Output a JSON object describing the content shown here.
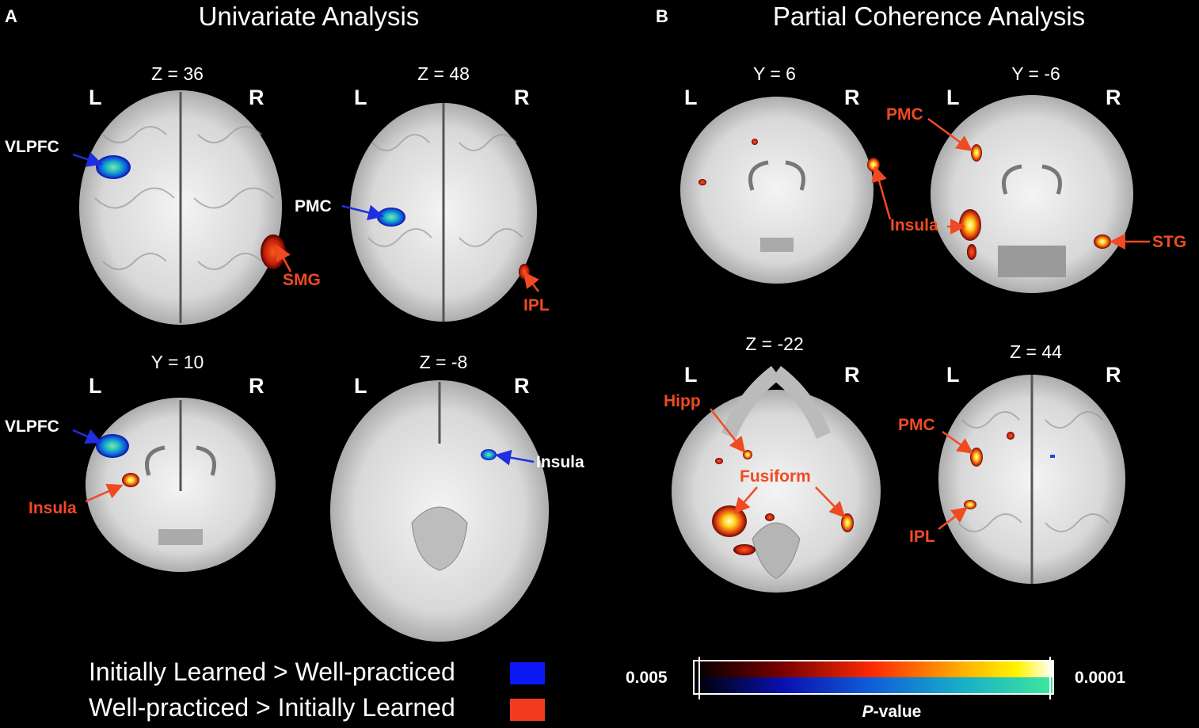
{
  "panels": {
    "a": {
      "letter": "A",
      "title": "Univariate Analysis",
      "slices": [
        {
          "coord": "Z = 36",
          "left": "L",
          "right": "R",
          "labels": [
            "VLPFC",
            "SMG"
          ]
        },
        {
          "coord": "Z = 48",
          "left": "L",
          "right": "R",
          "labels": [
            "PMC",
            "IPL"
          ]
        },
        {
          "coord": "Y = 10",
          "left": "L",
          "right": "R",
          "labels": [
            "VLPFC",
            "Insula"
          ]
        },
        {
          "coord": "Z = -8",
          "left": "L",
          "right": "R",
          "labels": [
            "Insula"
          ]
        }
      ],
      "legend": [
        {
          "text": "Initially Learned > Well-practiced",
          "color": "#0b18f5"
        },
        {
          "text": "Well-practiced > Initially Learned",
          "color": "#f23b1c"
        }
      ]
    },
    "b": {
      "letter": "B",
      "title": "Partial Coherence Analysis",
      "slices": [
        {
          "coord": "Y = 6",
          "left": "L",
          "right": "R",
          "labels": []
        },
        {
          "coord": "Y = -6",
          "left": "L",
          "right": "R",
          "labels": [
            "PMC",
            "Insula",
            "STG"
          ]
        },
        {
          "coord": "Z = -22",
          "left": "L",
          "right": "R",
          "labels": [
            "Hipp",
            "Fusiform"
          ]
        },
        {
          "coord": "Z = 44",
          "left": "L",
          "right": "R",
          "labels": [
            "PMC",
            "IPL"
          ]
        }
      ],
      "colorbar": {
        "min_label": "0.005",
        "max_label": "0.0001",
        "title_italic": "P",
        "title_rest": "-value"
      }
    }
  },
  "colors": {
    "label_red": "#f04a23",
    "arrow_blue": "#1f2ee0",
    "blob_blue": "#1aa0c8",
    "blob_red": "#e04010",
    "blob_yellow": "#ffe020"
  }
}
